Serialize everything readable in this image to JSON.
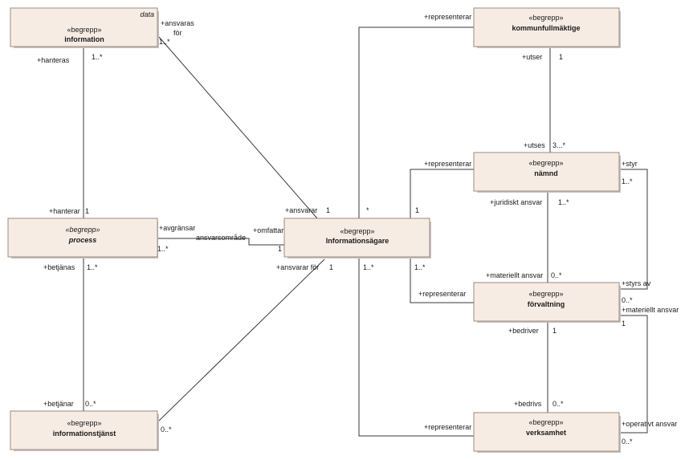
{
  "classes": {
    "information": {
      "stereotype": "«begrepp»",
      "name": "information",
      "tag": "data"
    },
    "process": {
      "stereotype": "«begrepp»",
      "name": "process"
    },
    "informationstjanst": {
      "stereotype": "«begrepp»",
      "name": "informationstjänst"
    },
    "informationsagare": {
      "stereotype": "«begrepp»",
      "name": "Informationsägare"
    },
    "kommunfullmaktige": {
      "stereotype": "«begrepp»",
      "name": "kommunfullmäktige"
    },
    "namnd": {
      "stereotype": "«begrepp»",
      "name": "nämnd"
    },
    "forvaltning": {
      "stereotype": "«begrepp»",
      "name": "förvaltning"
    },
    "verksamhet": {
      "stereotype": "«begrepp»",
      "name": "verksamhet"
    }
  },
  "labels": {
    "ansvaras_for_1": "+ansvaras",
    "ansvaras_for_2": "för",
    "info_mult_right": "1..*",
    "hanteras": "+hanteras",
    "info_mult_down": "1..*",
    "hanterar": "+hanterar",
    "proc_mult_top": "1",
    "avgransar": "+avgränsar",
    "proc_mult_right": "1..*",
    "ansvarsomrade": "ansvarsområde",
    "omfattar": "+omfattar",
    "owner_mult_left": "1",
    "betjanas": "+betjänas",
    "proc_mult_bottom": "1..*",
    "betjanar": "+betjänar",
    "tjanst_mult_top": "0..*",
    "tjanst_mult_right": "0..*",
    "ansvarar": "+ansvarar",
    "owner_mult_top": "1",
    "owner_mult_star": "*",
    "owner_mult_top_right": "1",
    "ansvarar_for": "+ansvarar för",
    "owner_mult_bottom": "1",
    "owner_mult_bottom_mid": "1..*",
    "owner_mult_bottom_right": "1..*",
    "rep_kf": "+representerar",
    "rep_namnd": "+representerar",
    "rep_forv": "+representerar",
    "rep_verk": "+representerar",
    "utser": "+utser",
    "kf_mult": "1",
    "utses": "+utses",
    "namnd_mult_top": "3...*",
    "styr": "+styr",
    "namnd_mult_right": "1..*",
    "juridiskt_ansvar": "+juridiskt ansvar",
    "namnd_mult_bottom": "1..*",
    "materiellt_ansvar_top": "+materiellt ansvar",
    "forv_mult_top": "0..*",
    "styrs_av": "+styrs av",
    "forv_mult_right_top": "0..*",
    "materiellt_ansvar_right": "+materiellt ansvar",
    "forv_mult_right_bottom": "1",
    "bedriver": "+bedriver",
    "forv_mult_bottom": "1",
    "bedrivs": "+bedrivs",
    "verk_mult_top": "0..*",
    "operativt_ansvar": "+operativt ansvar",
    "verk_mult_right": "0..*"
  }
}
